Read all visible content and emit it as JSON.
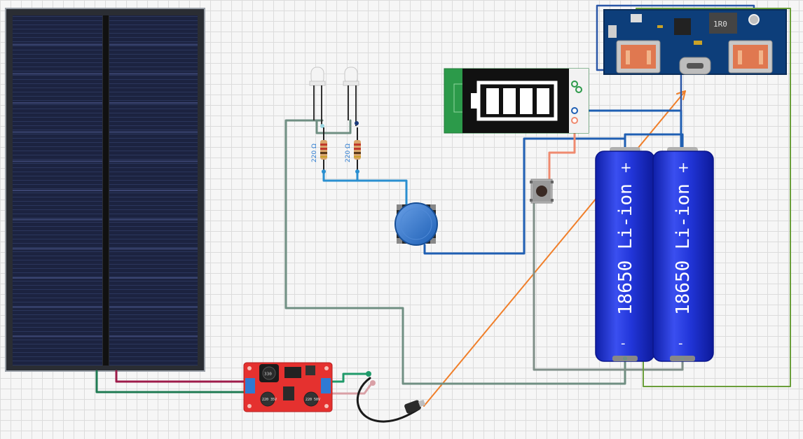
{
  "components": {
    "solar_panel": {
      "name": "solar-panel"
    },
    "led_left": {
      "resistor_label": "220 Ω"
    },
    "led_right": {
      "resistor_label": "220 Ω"
    },
    "battery_left": {
      "label": "18650 Li-ion",
      "plus": "+",
      "minus": "-"
    },
    "battery_right": {
      "label": "18650 Li-ion",
      "plus": "+",
      "minus": "-"
    },
    "charger_module": {
      "inductor_label": "1R0"
    },
    "boost_converter": {
      "inductor_label": "330",
      "cap_left_label": "220 35V",
      "cap_right_label": "220 50V"
    }
  },
  "colors": {
    "wire_blue": "#1f5fb3",
    "wire_green": "#3d7a5c",
    "wire_olive": "#6a9e3a",
    "wire_maroon": "#9e1b4a",
    "wire_pink": "#d9a0a6",
    "wire_salmon": "#ef8a6f",
    "wire_orange": "#f07f2a",
    "wire_gray": "#7f8f88",
    "battery_blue": "#1f33d6"
  }
}
